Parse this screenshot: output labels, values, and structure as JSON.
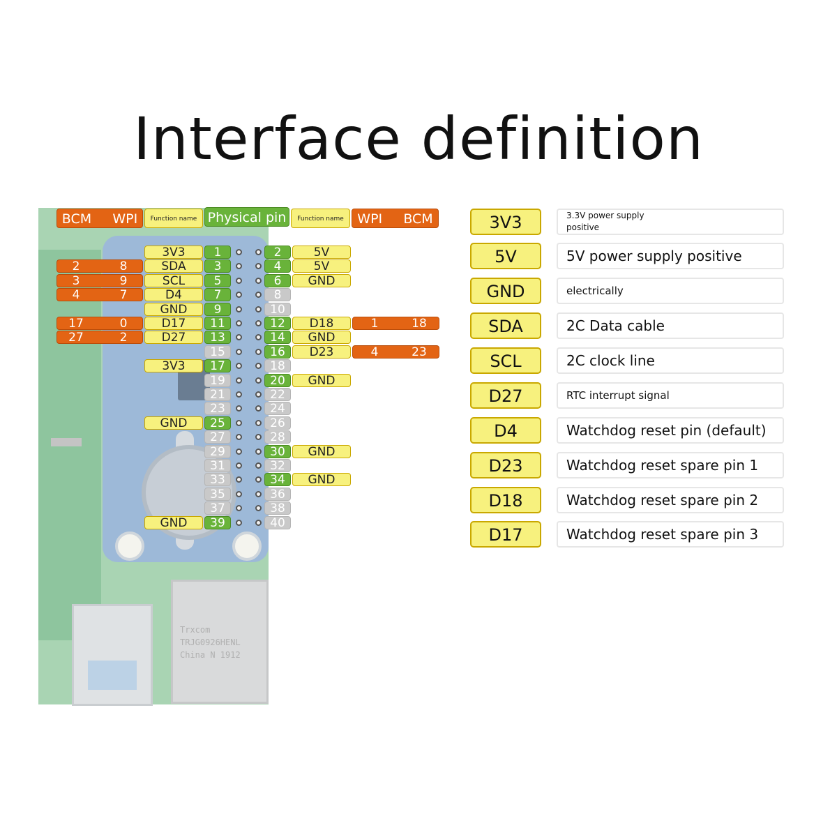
{
  "title": "Interface definition",
  "colors": {
    "function_name": "#f7f17e",
    "wpi_bcm": "#e36414",
    "physical_pin_active": "#69b33a",
    "physical_pin_unused": "#c9c9c9"
  },
  "headers": {
    "left_bcm": "BCM",
    "left_wpi": "WPI",
    "left_function": "Function name",
    "physical": "Physical pin",
    "right_function": "Function name",
    "right_wpi": "WPI",
    "right_bcm": "BCM"
  },
  "board": {
    "eth_text_1": "Trxcom",
    "eth_text_2": "TRJG0926HENL",
    "eth_text_3": "China N 1912"
  },
  "pins": [
    {
      "row": 1,
      "left": {
        "pin": "1",
        "func": "3V3",
        "active": true
      },
      "right": {
        "pin": "2",
        "func": "5V",
        "active": true
      }
    },
    {
      "row": 2,
      "left": {
        "pin": "3",
        "func": "SDA",
        "bcm": "2",
        "wpi": "8",
        "active": true
      },
      "right": {
        "pin": "4",
        "func": "5V",
        "active": true
      }
    },
    {
      "row": 3,
      "left": {
        "pin": "5",
        "func": "SCL",
        "bcm": "3",
        "wpi": "9",
        "active": true
      },
      "right": {
        "pin": "6",
        "func": "GND",
        "active": true
      }
    },
    {
      "row": 4,
      "left": {
        "pin": "7",
        "func": "D4",
        "bcm": "4",
        "wpi": "7",
        "active": true
      },
      "right": {
        "pin": "8",
        "active": false
      }
    },
    {
      "row": 5,
      "left": {
        "pin": "9",
        "func": "GND",
        "active": true
      },
      "right": {
        "pin": "10",
        "active": false
      }
    },
    {
      "row": 6,
      "left": {
        "pin": "11",
        "func": "D17",
        "bcm": "17",
        "wpi": "0",
        "active": true
      },
      "right": {
        "pin": "12",
        "func": "D18",
        "wpi": "1",
        "bcm": "18",
        "active": true
      }
    },
    {
      "row": 7,
      "left": {
        "pin": "13",
        "func": "D27",
        "bcm": "27",
        "wpi": "2",
        "active": true
      },
      "right": {
        "pin": "14",
        "func": "GND",
        "active": true
      }
    },
    {
      "row": 8,
      "left": {
        "pin": "15",
        "active": false
      },
      "right": {
        "pin": "16",
        "func": "D23",
        "wpi": "4",
        "bcm": "23",
        "active": true
      }
    },
    {
      "row": 9,
      "left": {
        "pin": "17",
        "func": "3V3",
        "active": true
      },
      "right": {
        "pin": "18",
        "active": false
      }
    },
    {
      "row": 10,
      "left": {
        "pin": "19",
        "active": false
      },
      "right": {
        "pin": "20",
        "func": "GND",
        "active": true
      }
    },
    {
      "row": 11,
      "left": {
        "pin": "21",
        "active": false
      },
      "right": {
        "pin": "22",
        "active": false
      }
    },
    {
      "row": 12,
      "left": {
        "pin": "23",
        "active": false
      },
      "right": {
        "pin": "24",
        "active": false
      }
    },
    {
      "row": 13,
      "left": {
        "pin": "25",
        "func": "GND",
        "active": true
      },
      "right": {
        "pin": "26",
        "active": false
      }
    },
    {
      "row": 14,
      "left": {
        "pin": "27",
        "active": false
      },
      "right": {
        "pin": "28",
        "active": false
      }
    },
    {
      "row": 15,
      "left": {
        "pin": "29",
        "active": false
      },
      "right": {
        "pin": "30",
        "func": "GND",
        "active": true
      }
    },
    {
      "row": 16,
      "left": {
        "pin": "31",
        "active": false
      },
      "right": {
        "pin": "32",
        "active": false
      }
    },
    {
      "row": 17,
      "left": {
        "pin": "33",
        "active": false
      },
      "right": {
        "pin": "34",
        "func": "GND",
        "active": true
      }
    },
    {
      "row": 18,
      "left": {
        "pin": "35",
        "active": false
      },
      "right": {
        "pin": "36",
        "active": false
      }
    },
    {
      "row": 19,
      "left": {
        "pin": "37",
        "active": false
      },
      "right": {
        "pin": "38",
        "active": false
      }
    },
    {
      "row": 20,
      "left": {
        "pin": "39",
        "func": "GND",
        "active": true
      },
      "right": {
        "pin": "40",
        "active": false
      }
    }
  ],
  "legend": [
    {
      "key": "3V3",
      "desc": "3.3V power supply\npositive",
      "size": "small"
    },
    {
      "key": "5V",
      "desc": "5V power supply positive",
      "size": "large"
    },
    {
      "key": "GND",
      "desc": "electrically",
      "size": "mid"
    },
    {
      "key": "SDA",
      "desc": "2C Data cable",
      "size": "large"
    },
    {
      "key": "SCL",
      "desc": "2C clock line",
      "size": "large"
    },
    {
      "key": "D27",
      "desc": "RTC interrupt signal",
      "size": "mid"
    },
    {
      "key": "D4",
      "desc": "Watchdog reset pin (default)",
      "size": "large"
    },
    {
      "key": "D23",
      "desc": "Watchdog reset spare pin 1",
      "size": "large"
    },
    {
      "key": "D18",
      "desc": "Watchdog reset spare pin 2",
      "size": "large"
    },
    {
      "key": "D17",
      "desc": "Watchdog reset spare pin 3",
      "size": "large"
    }
  ]
}
